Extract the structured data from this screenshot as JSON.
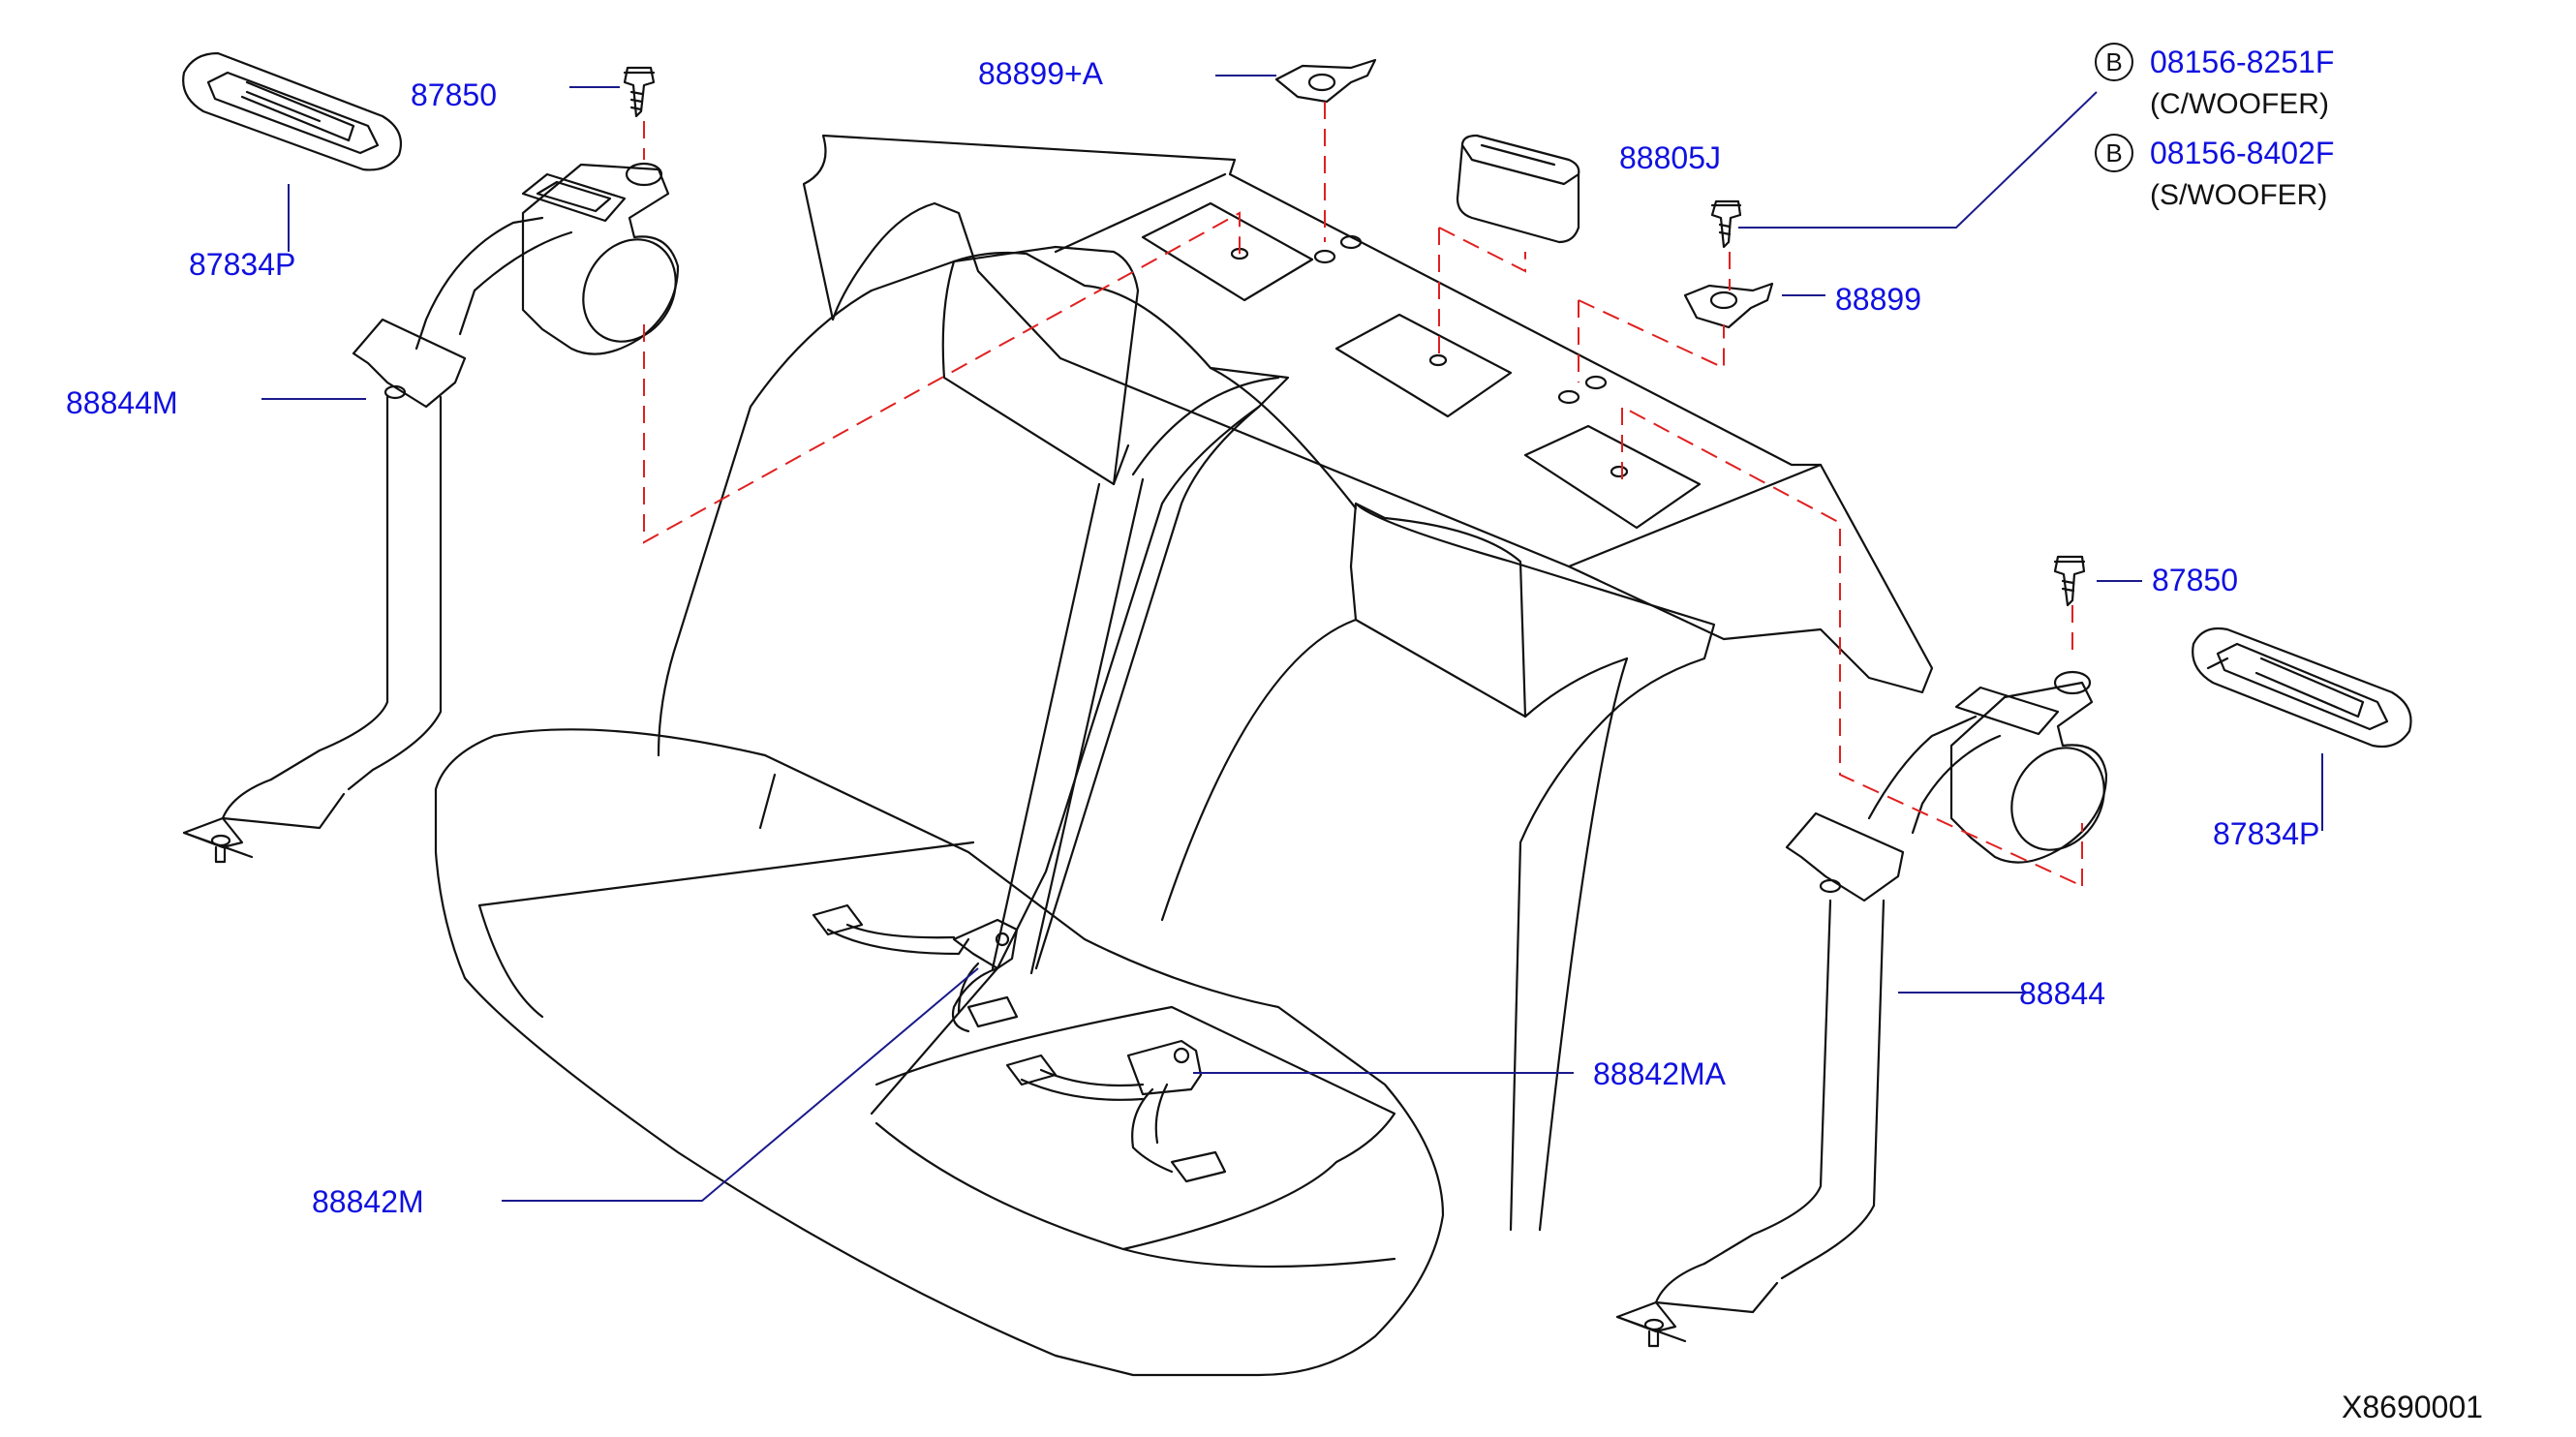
{
  "colors": {
    "label": "#1010e0",
    "line": "#111111",
    "dashed_guide": "#e02020",
    "background": "#ffffff"
  },
  "labels": {
    "part_87850_left": "87850",
    "part_88899_a": "88899+A",
    "part_87834p_left": "87834P",
    "part_88844m": "88844M",
    "part_88805j": "88805J",
    "part_88899": "88899",
    "part_87850_right": "87850",
    "part_87834p_right": "87834P",
    "part_88844": "88844",
    "part_88842ma": "88842MA",
    "part_88842m": "88842M",
    "ref_1_code": "08156-8251F",
    "ref_2_code": "08156-8402F"
  },
  "notes": {
    "ref_1_badge": "B",
    "ref_1_desc": "(C/WOOFER)",
    "ref_2_badge": "B",
    "ref_2_desc": "(S/WOOFER)"
  },
  "figure_id": "X8690001"
}
